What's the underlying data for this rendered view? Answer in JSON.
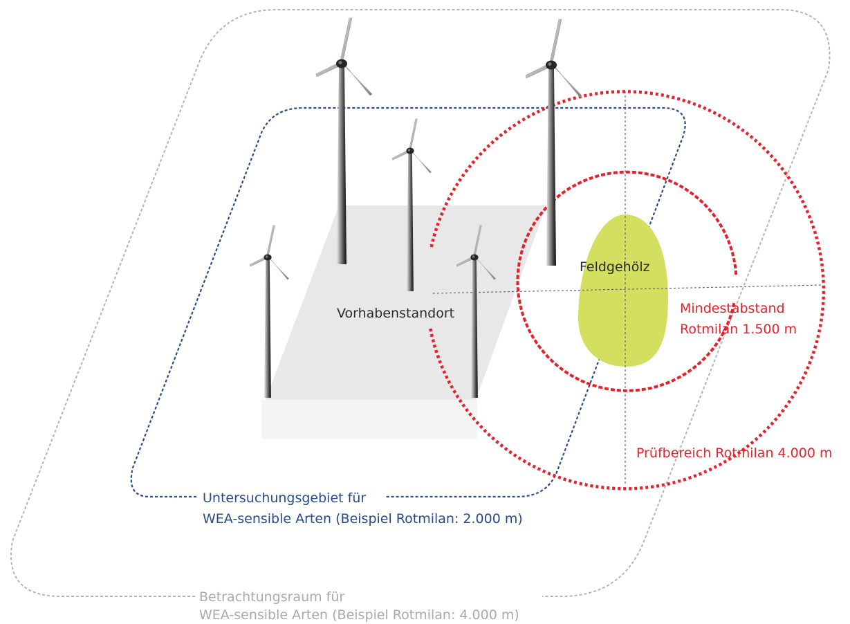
{
  "labels": {
    "feldgeholz": "Feldgehölz",
    "vorhabenstandort": "Vorhabenstandort",
    "mindestabstand_line1": "Mindestabstand",
    "mindestabstand_line2": "Rotmilan 1.500 m",
    "pruefbereich": "Prüfbereich Rotmilan 4.000 m",
    "untersuchungsgebiet_line1": "Untersuchungsgebiet für",
    "untersuchungsgebiet_line2": "WEA-sensible Arten (Beispiel Rotmilan: 2.000 m)",
    "betrachtungsraum_line1": "Betrachtungsraum für",
    "betrachtungsraum_line2": "WEA-sensible Arten (Beispiel Rotmilan: 4.000 m)"
  },
  "colors": {
    "betrachtungsraum_outline": "#b3b3b3",
    "untersuchungsgebiet_outline": "#254a8e",
    "rotmilan_circles": "#e8202a",
    "feldgeholz_fill": "#d3df5f",
    "site_plane": "#e8e8e8",
    "crosshair": "#666666"
  },
  "icons": [
    "wind-turbine-icon"
  ]
}
